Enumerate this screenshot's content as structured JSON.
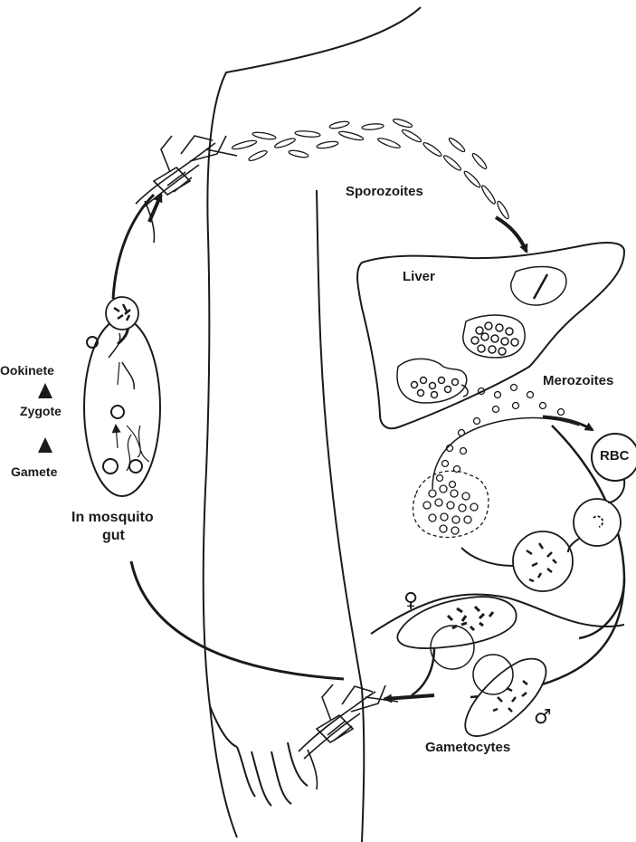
{
  "labels": {
    "sporozoites": "Sporozoites",
    "liver": "Liver",
    "merozoites": "Merozoites",
    "rbc": "RBC",
    "ookinete": "Ookinete",
    "zygote": "Zygote",
    "gamete": "Gamete",
    "mosquito_gut_line1": "In  mosquito",
    "mosquito_gut_line2": "gut",
    "gametocytes": "Gametocytes"
  },
  "symbols": {
    "female": "♀",
    "male": "♂"
  },
  "colors": {
    "ink": "#1a1a1a",
    "background": "#ffffff"
  }
}
